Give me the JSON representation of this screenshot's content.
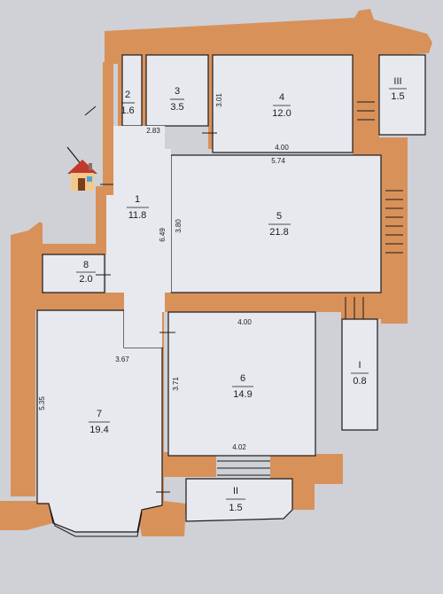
{
  "colors": {
    "wall": "#d9915a",
    "floor": "#e7e9ee",
    "background": "#cfd1d6",
    "ink": "#1c1c1c"
  },
  "rooms": [
    {
      "number": "1",
      "area": "11.8"
    },
    {
      "number": "2",
      "area": "1.6"
    },
    {
      "number": "3",
      "area": "3.5"
    },
    {
      "number": "4",
      "area": "12.0"
    },
    {
      "number": "5",
      "area": "21.8"
    },
    {
      "number": "6",
      "area": "14.9"
    },
    {
      "number": "7",
      "area": "19.4"
    },
    {
      "number": "8",
      "area": "2.0"
    },
    {
      "number": "I",
      "area": "0.8"
    },
    {
      "number": "II",
      "area": "1.5"
    },
    {
      "number": "III",
      "area": "1.5"
    }
  ],
  "dimensions": {
    "d_2_83": "2.83",
    "d_3_01": "3.01",
    "d_4_00_top": "4.00",
    "d_5_74": "5.74",
    "d_6_49": "6.49",
    "d_3_80": "3.80",
    "d_4_00_mid": "4.00",
    "d_3_67": "3.67",
    "d_3_71": "3.71",
    "d_4_02": "4.02",
    "d_5_35": "5.35"
  },
  "icons": {
    "entrance": "house-icon"
  }
}
